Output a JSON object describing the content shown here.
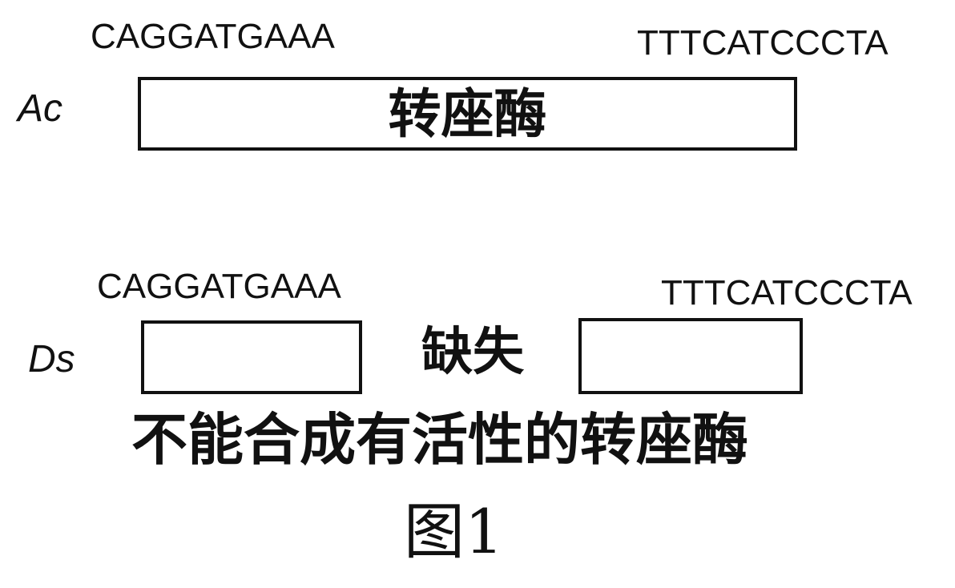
{
  "ac": {
    "label": "Ac",
    "left_sequence": "CAGGATGAAA",
    "right_sequence": "TTTCATCCCTA",
    "gene_label": "转座酶"
  },
  "ds": {
    "label": "Ds",
    "left_sequence": "CAGGATGAAA",
    "right_sequence": "TTTCATCCCTA",
    "deletion_label": "缺失",
    "note": "不能合成有活性的转座酶"
  },
  "figure_caption": "图1"
}
